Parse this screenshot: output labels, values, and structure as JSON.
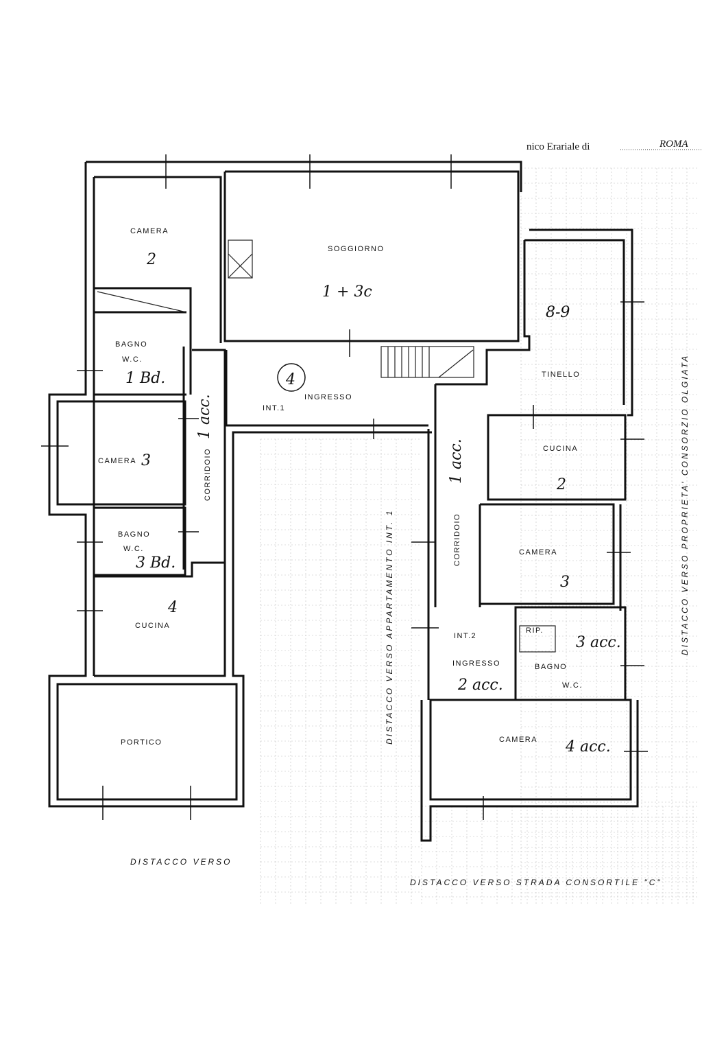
{
  "header": {
    "text": "nico Erariale di",
    "city": "ROMA"
  },
  "rooms": {
    "camera_2": {
      "label": "CAMERA",
      "num": "2"
    },
    "soggiorno": {
      "label": "SOGGIORNO",
      "num": "1 + 3c"
    },
    "bagno_1": {
      "label1": "BAGNO",
      "label2": "W.C.",
      "num": "1 Bd."
    },
    "corridoio_1": {
      "label": "CORRIDOIO",
      "num": "1 acc."
    },
    "ingresso_1": {
      "label": "INGRESSO",
      "num": "4",
      "int": "INT.1"
    },
    "camera_3": {
      "label": "CAMERA",
      "num": "3"
    },
    "bagno_2": {
      "label1": "BAGNO",
      "label2": "W.C.",
      "num": "3 Bd."
    },
    "cucina_1": {
      "label": "CUCINA",
      "num": "4"
    },
    "portico": {
      "label": "PORTICO"
    },
    "vano_9": {
      "num": "8-9"
    },
    "tinello": {
      "label": "TINELLO"
    },
    "cucina_2": {
      "label": "CUCINA",
      "num": "2"
    },
    "corridoio_2": {
      "label": "CORRIDOIO",
      "num": "1 acc."
    },
    "camera_4": {
      "label": "CAMERA",
      "num": "3"
    },
    "ingresso_2": {
      "label": "INGRESSO",
      "num": "2 acc.",
      "int": "INT.2"
    },
    "rip": {
      "label": "RIP."
    },
    "bagno_3": {
      "label1": "BAGNO",
      "label2": "W.C.",
      "num": "3 acc."
    },
    "camera_5": {
      "label": "CAMERA",
      "num": "4 acc."
    }
  },
  "notes": {
    "appartamento": "DISTACCO VERSO APPARTAMENTO INT. 1",
    "olgiata": "DISTACCO VERSO PROPRIETA' CONSORZIO OLGIATA",
    "distacco_left": "DISTACCO VERSO",
    "distacco_strada": "DISTACCO VERSO STRADA CONSORTILE \"C\""
  }
}
